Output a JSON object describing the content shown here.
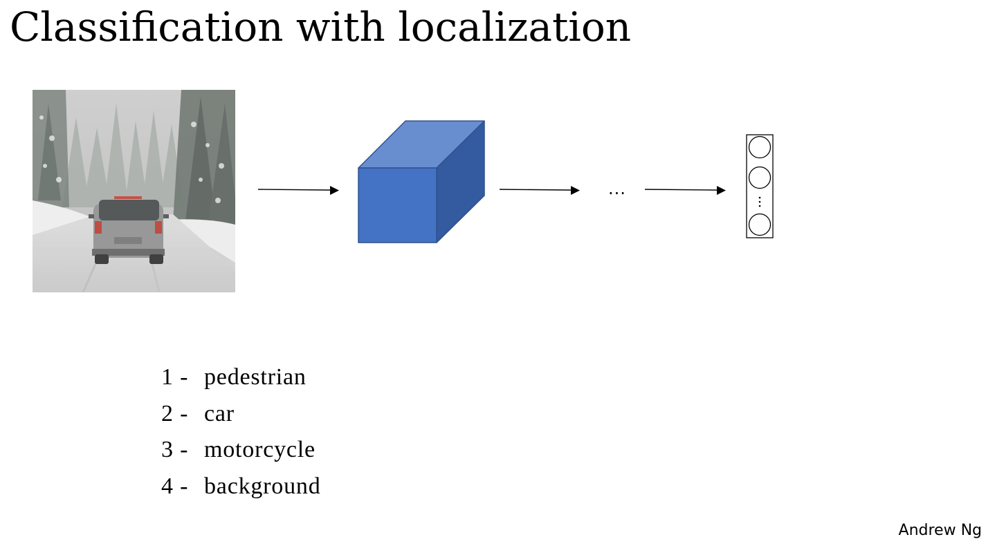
{
  "slide": {
    "title": "Classification with localization",
    "author": "Andrew Ng"
  },
  "pipeline": {
    "input_image": "photo of a gray SUV driving on a snowy road through a snow-covered pine forest",
    "ellipsis": "...",
    "cube_colors": {
      "front": "#4472C4",
      "top": "#698ED0",
      "side": "#345BA0",
      "edge": "#2F528F"
    }
  },
  "classes": [
    {
      "number": "1 -",
      "label": "pedestrian"
    },
    {
      "number": "2 -",
      "label": "car"
    },
    {
      "number": "3 -",
      "label": "motorcycle"
    },
    {
      "number": "4 -",
      "label": "background"
    }
  ]
}
